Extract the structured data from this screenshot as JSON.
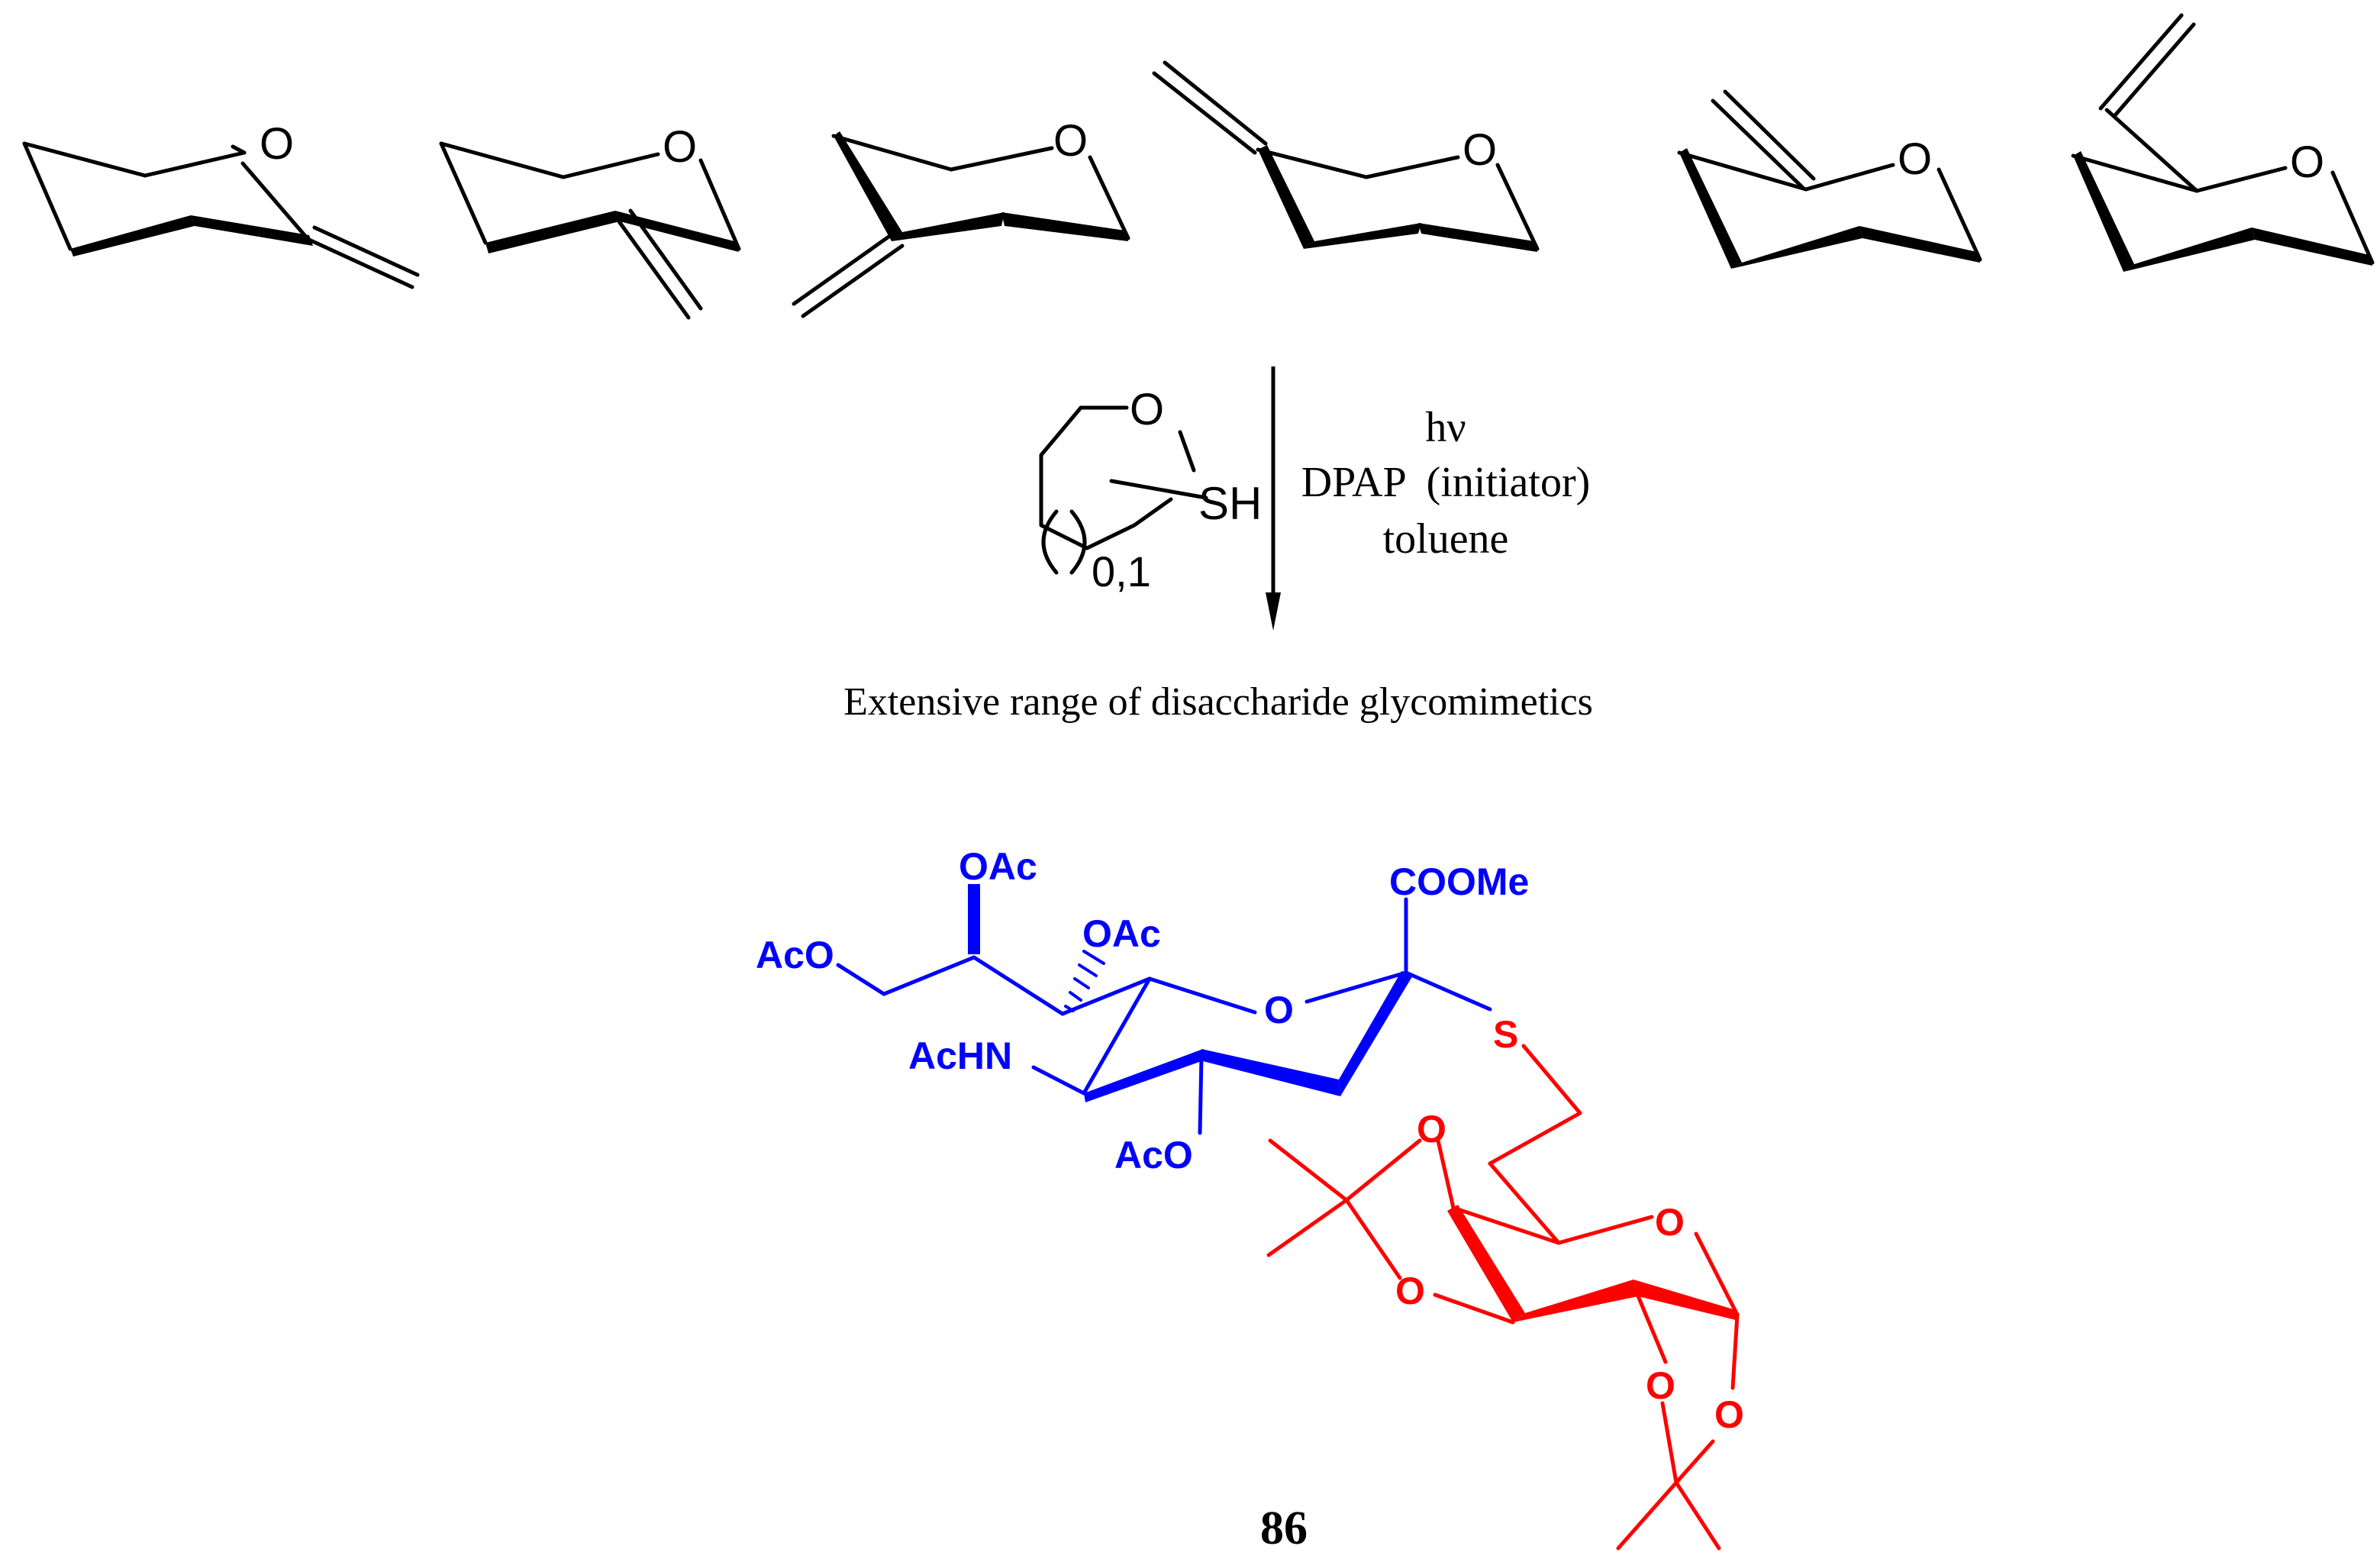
{
  "substrates": {
    "ring_oxygen": "O",
    "count": 6
  },
  "reagent": {
    "ring_oxygen": "O",
    "thiol": "SH",
    "ring_size_index": "0,1"
  },
  "conditions": {
    "line1": "hν",
    "line2": "DPAP  (initiator)",
    "line3": "toluene"
  },
  "outcome": "Extensive range of disaccharide glycomimetics",
  "product": {
    "compound_number": "86",
    "labels": {
      "oac_top": "OAc",
      "oac_axial": "OAc",
      "aco_left": "AcO",
      "achn": "AcHN",
      "aco_bottom": "AcO",
      "coome": "COOMe",
      "ring_o_sialic": "O",
      "s_link": "S",
      "o_acetonide_a1": "O",
      "o_acetonide_a2": "O",
      "o_galactose_ring": "O",
      "o_acetonide_b1": "O",
      "o_acetonide_b2": "O"
    },
    "colors": {
      "sialic_unit": "#0000ff",
      "galactose_unit": "#ff0000",
      "substrates": "#000000"
    }
  }
}
